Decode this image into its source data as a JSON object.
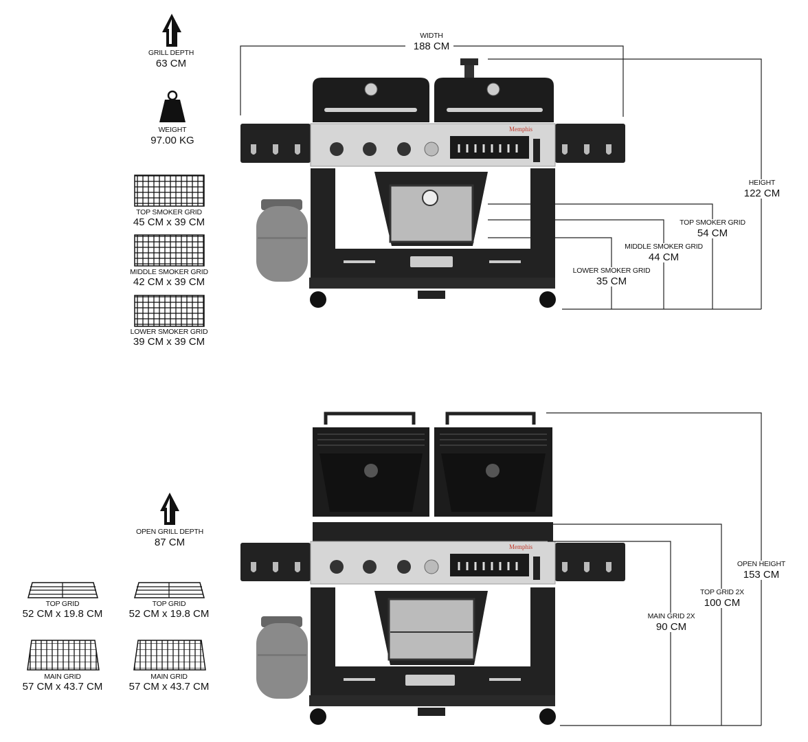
{
  "colors": {
    "grill_body": "#1a1a1a",
    "panel": "#d8d8d8",
    "tank": "#8c8c8c",
    "line": "#222222",
    "accent": "#c0392b"
  },
  "icons": [
    "up-arrow-icon",
    "weight-icon",
    "grid-icon",
    "grill-image"
  ],
  "brand": "Memphis",
  "closed_view": {
    "depth": {
      "label": "GRILL DEPTH",
      "value": "63 CM"
    },
    "weight": {
      "label": "WEIGHT",
      "value": "97.00 KG"
    },
    "width": {
      "label": "WIDTH",
      "value": "188 CM"
    },
    "height": {
      "label": "HEIGHT",
      "value": "122 CM"
    },
    "top_smoker_height": {
      "label": "TOP SMOKER GRID",
      "value": "54 CM"
    },
    "middle_smoker_height": {
      "label": "MIDDLE SMOKER GRID",
      "value": "44 CM"
    },
    "lower_smoker_height": {
      "label": "LOWER SMOKER GRID",
      "value": "35 CM"
    },
    "grids": [
      {
        "label": "TOP SMOKER GRID",
        "size": "45 CM x 39 CM"
      },
      {
        "label": "MIDDLE SMOKER GRID",
        "size": "42 CM x 39 CM"
      },
      {
        "label": "LOWER SMOKER GRID",
        "size": "39 CM x 39 CM"
      }
    ]
  },
  "open_view": {
    "depth": {
      "label": "OPEN GRILL DEPTH",
      "value": "87 CM"
    },
    "open_height": {
      "label": "OPEN HEIGHT",
      "value": "153 CM"
    },
    "top_grid_height": {
      "label": "TOP GRID 2X",
      "value": "100 CM"
    },
    "main_grid_height": {
      "label": "MAIN GRID 2X",
      "value": "90 CM"
    },
    "grids": [
      {
        "label": "TOP GRID",
        "size": "52 CM x 19.8 CM"
      },
      {
        "label": "TOP GRID",
        "size": "52 CM x 19.8 CM"
      },
      {
        "label": "MAIN GRID",
        "size": "57 CM x 43.7 CM"
      },
      {
        "label": "MAIN GRID",
        "size": "57 CM x 43.7 CM"
      }
    ]
  }
}
